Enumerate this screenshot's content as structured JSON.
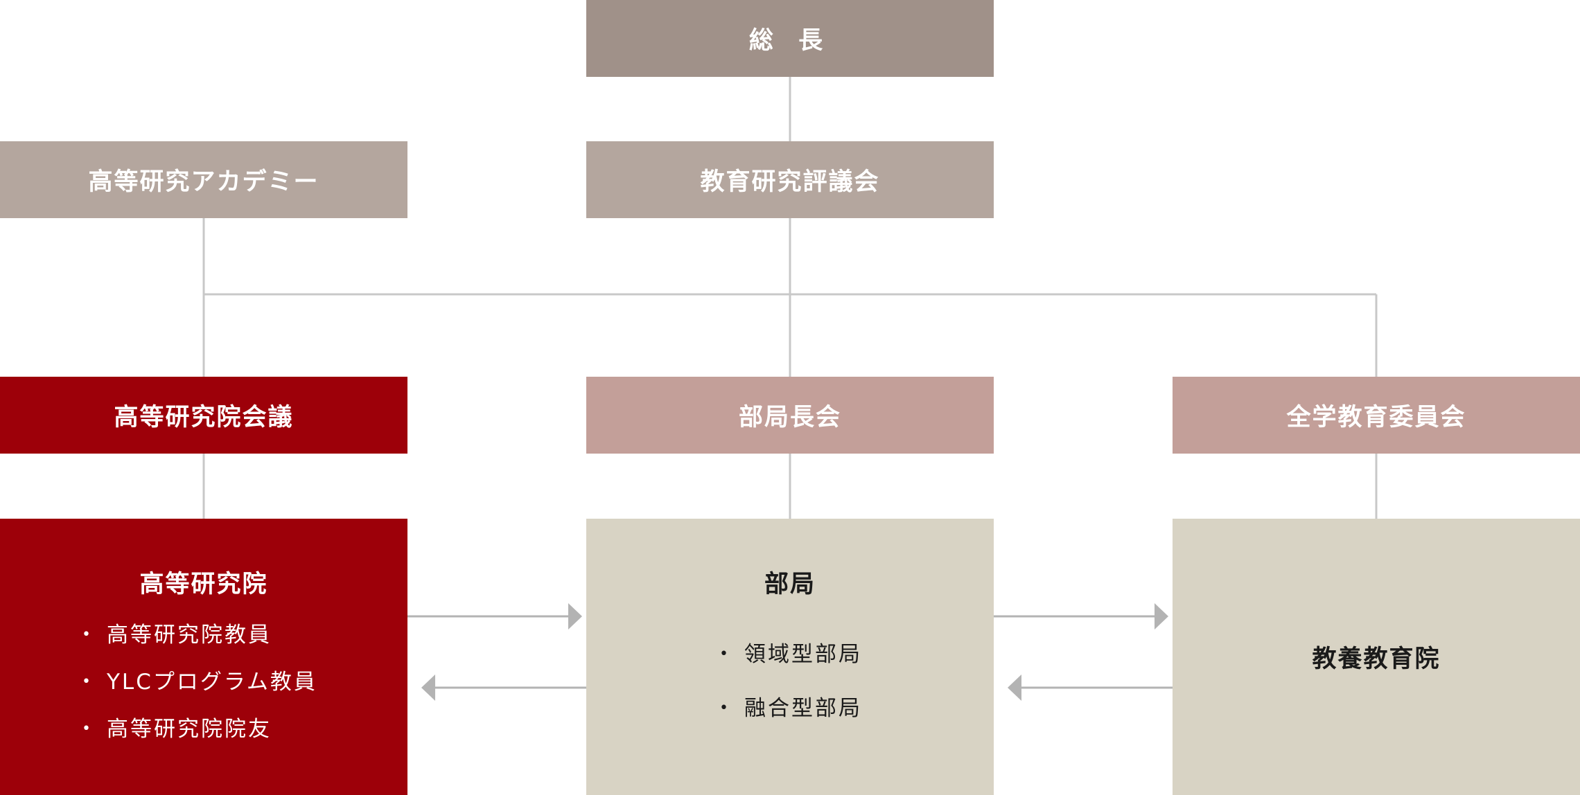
{
  "nodes": {
    "president": "総 長",
    "academy": "高等研究アカデミー",
    "council": "教育研究評議会",
    "iar_council": "高等研究院会議",
    "deans": "部局長会",
    "edu_committee": "全学教育委員会"
  },
  "panels": {
    "iar": {
      "title": "高等研究院",
      "items": [
        "高等研究院教員",
        "YLCプログラム教員",
        "高等研究院院友"
      ]
    },
    "dept": {
      "title": "部局",
      "items": [
        "領域型部局",
        "融合型部局"
      ]
    },
    "liberal": {
      "title": "教養教育院"
    }
  },
  "colors": {
    "president": "#a09189",
    "upper_boxes": "#b4a69e",
    "accent_red": "#9d0009",
    "pink_boxes": "#c39f99",
    "beige_panels": "#d8d3c4",
    "connector": "#c8c8c8",
    "arrow": "#b3b3b3"
  }
}
